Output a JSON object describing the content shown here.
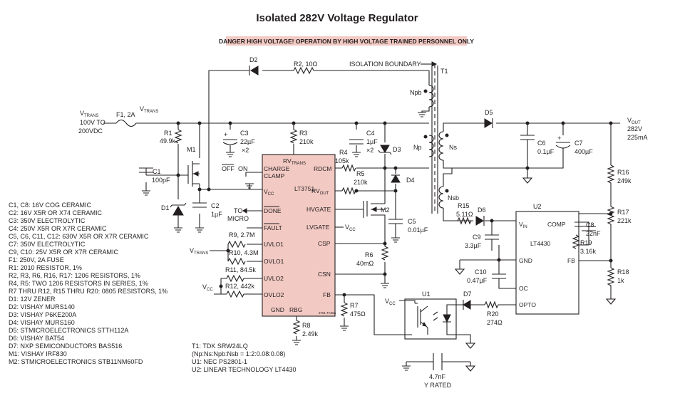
{
  "title": "Isolated 282V Voltage Regulator",
  "warning": "DANGER HIGH VOLTAGE! OPERATION BY HIGH VOLTAGE TRAINED PERSONNEL ONLY",
  "colors": {
    "warning_bg": "#f2c9c3",
    "ic_fill": "#f2c9c3",
    "line": "#231f20"
  },
  "isolation_label": "ISOLATION BOUNDARY",
  "input": {
    "sym": "V",
    "sub": "TRANS",
    "line2": "100V TO",
    "line3": "200VDC"
  },
  "vtrans_node": {
    "sym": "V",
    "sub": "TRANS"
  },
  "output": {
    "sym": "V",
    "sub": "OUT",
    "line2": "282V",
    "line3": "225mA"
  },
  "labels": {
    "F1": "F1, 2A",
    "R1": "R1",
    "R1v": "49.9k",
    "M1": "M1",
    "C1": "C1",
    "C1v": "100pF",
    "D1": "D1",
    "C2": "C2",
    "C2v": "1µF",
    "C3": "C3",
    "C3v": "22µF",
    "C3x": "×2",
    "R3": "R3",
    "R3v": "210k",
    "C4": "C4",
    "C4v": "1µF",
    "C4x": "×2",
    "D2": "D2",
    "R2": "R2, 10Ω",
    "D3": "D3",
    "D4": "D4",
    "R4": "R4",
    "R4v": "105k",
    "R5": "R5",
    "R5v": "210k",
    "M2": "M2",
    "C5": "C5",
    "C5v": "0.01µF",
    "R6": "R6",
    "R6v": "40mΩ",
    "R7": "R7",
    "R7v": "475Ω",
    "R8": "R8",
    "R8v": "2.49k",
    "R9": "R9, 2.7M",
    "R10": "R10, 4.3M",
    "R11": "R11, 84.5k",
    "R12": "R12, 442k",
    "vtrans_r10": {
      "sym": "V",
      "sub": "TRANS"
    },
    "vcc": "V",
    "vcc_sub": "CC",
    "off_on": "OFF",
    "on": "ON",
    "to_micro1": "TO",
    "to_micro2": "MICRO",
    "T1": "T1",
    "Npb": "Npb",
    "Np": "Np",
    "Ns": "Ns",
    "Nsb": "Nsb",
    "D5": "D5",
    "C6": "C6",
    "C6v": "0.1µF",
    "C7": "C7",
    "C7v": "400µF",
    "R16": "R16",
    "R16v": "249k",
    "R17": "R17",
    "R17v": "221k",
    "R18": "R18",
    "R18v": "1k",
    "R15": "R15",
    "R15v": "5.11Ω",
    "D6": "D6",
    "C9": "C9",
    "C9v": "3.3µF",
    "C10": "C10",
    "C10v": "0.47µF",
    "U2": "U2",
    "C8": "C8",
    "C8v": "22nF",
    "R19": "R19",
    "R19v": "3.16k",
    "U1": "U1",
    "D7": "D7",
    "R20": "R20",
    "R20v": "274Ω",
    "cy1": "4.7nF",
    "cy2": "Y RATED"
  },
  "lt3751": {
    "name": "LT3751",
    "rvtrans": {
      "sym": "RV",
      "sub": "TRANS"
    },
    "pins_left": [
      "CHARGE",
      "CLAMP",
      "V",
      "DONE",
      "FAULT",
      "UVLO1",
      "OVLO1",
      "UVLO2",
      "OVLO2"
    ],
    "vcc_sub": "CC",
    "pins_right": [
      "RDCM",
      "RV",
      "HVGATE",
      "LVGATE",
      "CSP",
      "CSN",
      "FB"
    ],
    "rvout_sub": "OUT",
    "pins_bottom": [
      "GND",
      "RBG"
    ],
    "code": "3751 TA06a"
  },
  "lt4430": {
    "name": "LT4430",
    "pins": [
      "V",
      "COMP",
      "GND",
      "FB",
      "OC",
      "OPTO"
    ],
    "vin_sub": "IN"
  },
  "notes": [
    "C1, C8: 16V COG CERAMIC",
    "C2: 16V X5R OR X74 CERAMIC",
    "C3: 350V ELECTROLYTIC",
    "C4: 250V X5R OR X7R CERAMIC",
    "C5, C6, C11, C12: 630V X5R OR X7R CERAMIC",
    "C7: 350V ELECTROLYTIC",
    "C9, C10: 25V X5R OR X7R CERAMIC",
    "F1: 250V, 2A FUSE",
    "R1: 2010 RESISTOR, 1%",
    "R2, R3, R6, R16, R17: 1206 RESISTORS, 1%",
    "R4, R5: TWO 1206 RESISTORS IN SERIES, 1%",
    "R7 THRU R12, R15 THRU R20: 0805 RESISTORS, 1%",
    "D1: 12V ZENER",
    "D2: VISHAY MURS140",
    "D3: VISHAY P6KE200A",
    "D4: VISHAY MURS160",
    "D5: STMICROELECTRONICS STTH112A",
    "D6: VISHAY BAT54",
    "D7: NXP SEMICONDUCTORS BAS516",
    "M1: VISHAY IRF830",
    "M2: STMICROELECTRONICS STB11NM60FD"
  ],
  "notes2": [
    "T1: TDK SRW24LQ",
    "(Np:Ns:Npb:Nsb = 1:2:0.08:0.08)",
    "U1: NEC PS2801-1",
    "U2: LINEAR TECHNOLOGY LT4430"
  ]
}
